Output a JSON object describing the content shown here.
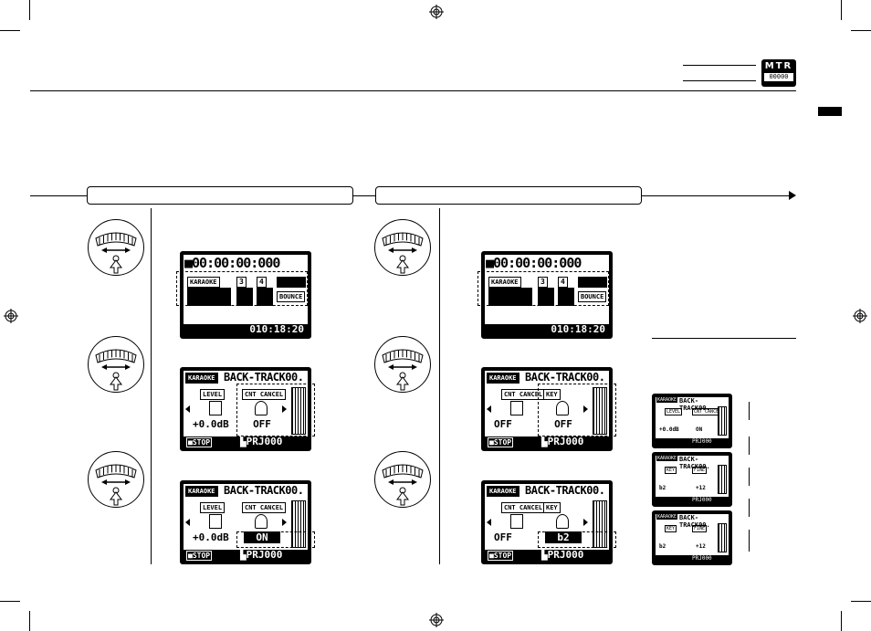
{
  "header": {
    "badge_top": "MTR",
    "badge_bottom": "00000"
  },
  "sections": [
    {
      "title": ""
    },
    {
      "title": ""
    }
  ],
  "lcd_home": {
    "counter": "00:00:00:000",
    "karaoke_tag": "KARAOKE",
    "track3": "3",
    "track4": "4",
    "bounce": "BOUNCE",
    "remaining": "010:18:20"
  },
  "lcd_karaoke1": {
    "tag": "KARAOKE",
    "title": "BACK-TRACK00.",
    "level_label": "LEVEL",
    "cnt_label": "CNT CANCEL",
    "level_value": "+0.0dB",
    "cnt_value": "OFF",
    "stop": "STOP",
    "project": "PRJ000"
  },
  "lcd_karaoke2": {
    "tag": "KARAOKE",
    "title": "BACK-TRACK00.",
    "level_label": "LEVEL",
    "cnt_label": "CNT CANCEL",
    "level_value": "+0.0dB",
    "cnt_value": "ON",
    "stop": "STOP",
    "project": "PRJ000"
  },
  "lcd_key1": {
    "tag": "KARAOKE",
    "title": "BACK-TRACK00.",
    "cnt_label": "CNT CANCEL",
    "key_label": "KEY",
    "cnt_value": "OFF",
    "key_value": "OFF",
    "stop": "STOP",
    "project": "PRJ000"
  },
  "lcd_key2": {
    "tag": "KARAOKE",
    "title": "BACK-TRACK00.",
    "cnt_label": "CNT CANCEL",
    "key_label": "KEY",
    "cnt_value": "OFF",
    "key_value": "b2",
    "stop": "STOP",
    "project": "PRJ000"
  },
  "mini_screens": [
    {
      "tag": "KARAOKE",
      "title": "BACK-TRACK00.",
      "l_label": "LEVEL",
      "r_label": "CNT CANCEL",
      "l_value": "+0.0dB",
      "r_value": "ON",
      "project": "PRJ000"
    },
    {
      "tag": "KARAOKE",
      "title": "BACK-TRACK00.",
      "l_label": "KEY",
      "r_label": "FINE",
      "l_value": "b2",
      "r_value": "+12",
      "project": "PRJ000"
    },
    {
      "tag": "KARAOKE",
      "title": "BACK-TRACK00.",
      "l_label": "KEY",
      "r_label": "FINE",
      "l_value": "b2",
      "r_value": "+12",
      "project": "PRJ000"
    }
  ]
}
